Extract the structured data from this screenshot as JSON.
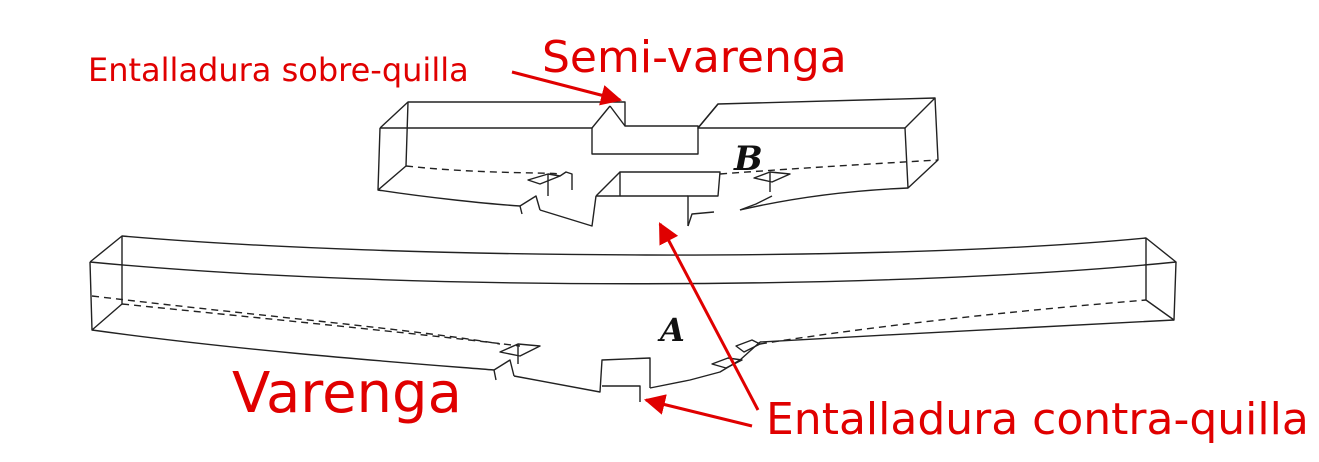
{
  "labels": {
    "semi_varenga": "Semi-varenga",
    "entalladura_sobre_quilla": "Entalladura sobre-quilla",
    "varenga": "Varenga",
    "entalladura_contra_quilla": "Entalladura contra-quilla",
    "part_a": "A",
    "part_b": "B"
  },
  "colors": {
    "annotation": "#e00000",
    "linework": "#222222"
  }
}
